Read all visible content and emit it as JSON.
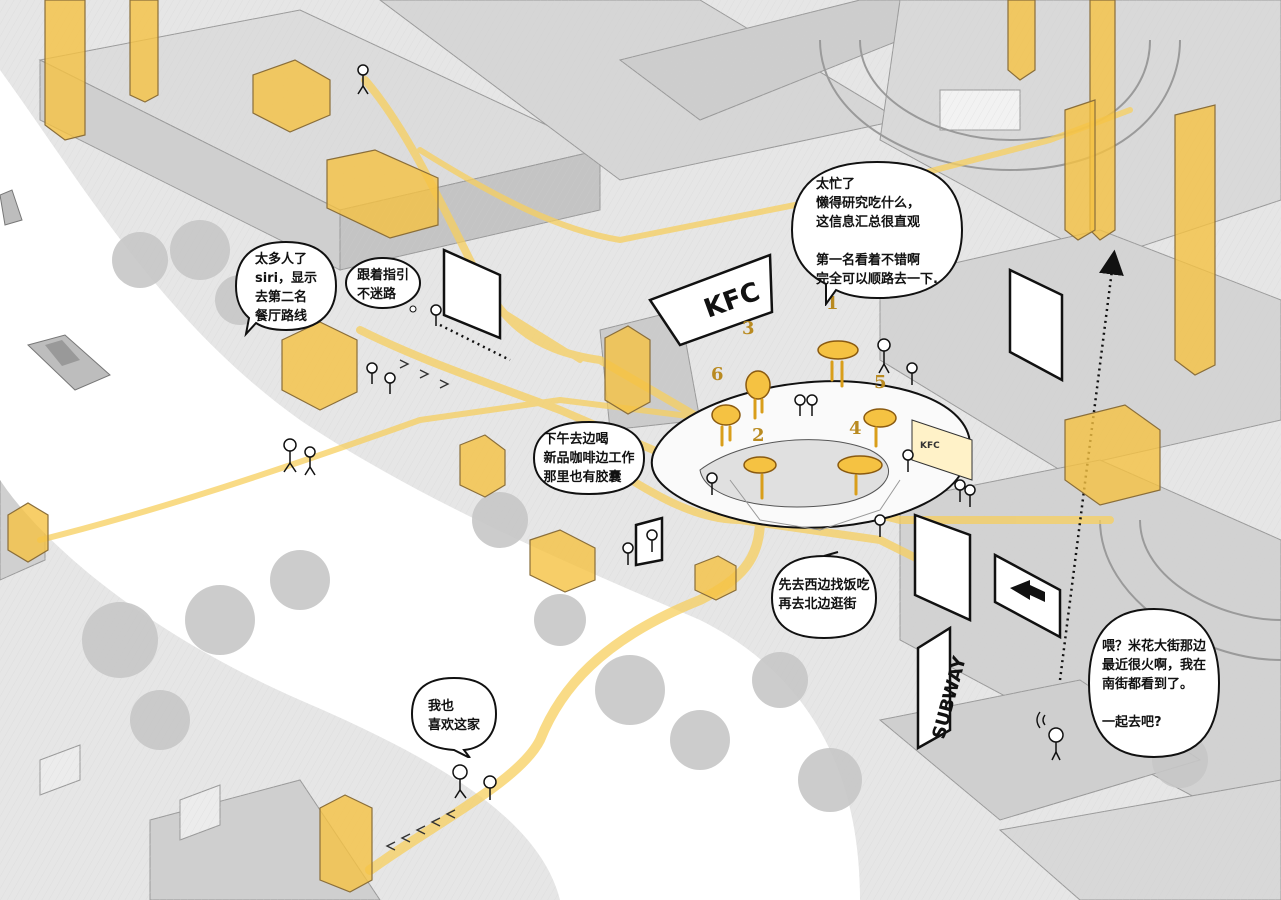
{
  "signs": {
    "kfc_label": "KFC",
    "subway_label": "SUBWAY",
    "kfc_small": "KFC"
  },
  "rank_numbers": [
    "1",
    "2",
    "3",
    "4",
    "5",
    "6"
  ],
  "bubbles": {
    "siri": "太多人了\nsiri，显示\n去第二名\n餐厅路线",
    "follow_guide": "跟着指引\n不迷路",
    "too_busy": "太忙了\n懒得研究吃什么，\n这信息汇总很直观\n\n第一名看着不错啊\n完全可以顺路去一下.",
    "afternoon": "下午去边喝\n新品咖啡边工作\n那里也有胶囊",
    "west_food": "先去西边找饭吃\n再去北边逛街",
    "me_too": "我也\n喜欢这家",
    "phone_call": "喂？米花大街那边\n最近很火啊，我在\n南街都看到了。\n\n一起去吧?"
  },
  "colors": {
    "accent": "#f5c242",
    "accent_dark": "#d99e1a",
    "path": "#f7cf5e",
    "ground": "#e9e9e9",
    "building": "#d9d9d9",
    "river": "#ffffff",
    "ink": "#111111"
  }
}
